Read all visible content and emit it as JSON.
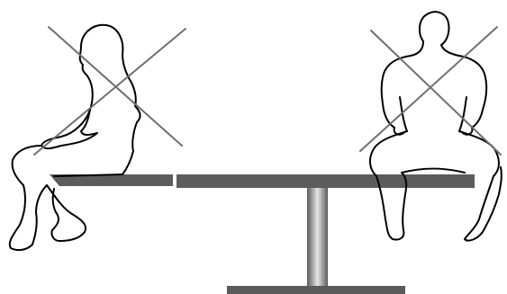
{
  "scene": {
    "colors": {
      "bench": "#5c5c5c",
      "cross": "#6f6f6f",
      "outline": "#000000",
      "pole_dark": "#5a5a5a",
      "pole_light": "#e6e6e6",
      "background": "#ffffff"
    },
    "figures": [
      "seated-woman-crossed-out",
      "seated-man-crossed-out"
    ],
    "elements": [
      "see-saw-bench",
      "bench-gap",
      "central-pole",
      "floor-base"
    ]
  }
}
